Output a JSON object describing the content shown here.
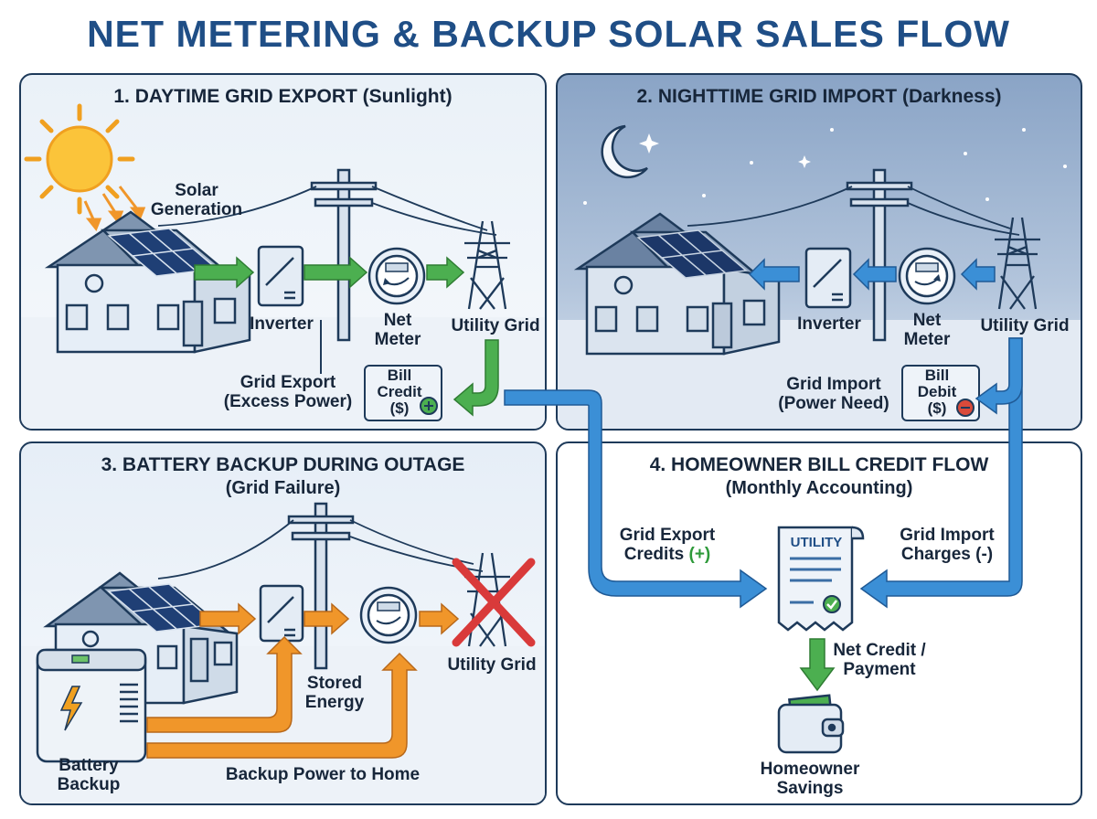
{
  "title": "NET METERING & BACKUP SOLAR SALES FLOW",
  "panel1": {
    "title": "1. DAYTIME GRID EXPORT (Sunlight)",
    "solar_generation": [
      "Solar",
      "Generation"
    ],
    "inverter": "Inverter",
    "net_meter": [
      "Net",
      "Meter"
    ],
    "utility_grid": "Utility Grid",
    "grid_export": [
      "Grid Export",
      "(Excess Power)"
    ],
    "bill_credit": [
      "Bill",
      "Credit",
      "($)"
    ],
    "credit_sign": "+"
  },
  "panel2": {
    "title": "2. NIGHTTIME GRID IMPORT (Darkness)",
    "inverter": "Inverter",
    "net_meter": [
      "Net",
      "Meter"
    ],
    "utility_grid": "Utility Grid",
    "grid_import": [
      "Grid Import",
      "(Power Need)"
    ],
    "bill_debit": [
      "Bill",
      "Debit",
      "($)"
    ],
    "debit_sign": "−"
  },
  "panel3": {
    "title": "3. BATTERY BACKUP DURING OUTAGE",
    "subtitle": "(Grid Failure)",
    "utility_grid": "Utility Grid",
    "stored_energy": [
      "Stored",
      "Energy"
    ],
    "battery_backup": [
      "Battery",
      "Backup"
    ],
    "backup_power": "Backup Power to Home"
  },
  "panel4": {
    "title": "4. HOMEOWNER BILL CREDIT FLOW",
    "subtitle": "(Monthly Accounting)",
    "export_credits": [
      "Grid Export",
      "Credits",
      "(+)"
    ],
    "import_charges": [
      "Grid Import",
      "Charges (-)"
    ],
    "utility_label": "UTILITY",
    "net_credit": [
      "Net Credit /",
      "Payment"
    ],
    "savings": [
      "Homeowner",
      "Savings"
    ]
  },
  "colors": {
    "title": "#1f4e86",
    "export_arrow": "#4caf50",
    "import_arrow": "#3b8fd6",
    "backup_arrow": "#f0962a",
    "outage_x": "#d93a3a",
    "night_sky": "#9bb2cf"
  }
}
